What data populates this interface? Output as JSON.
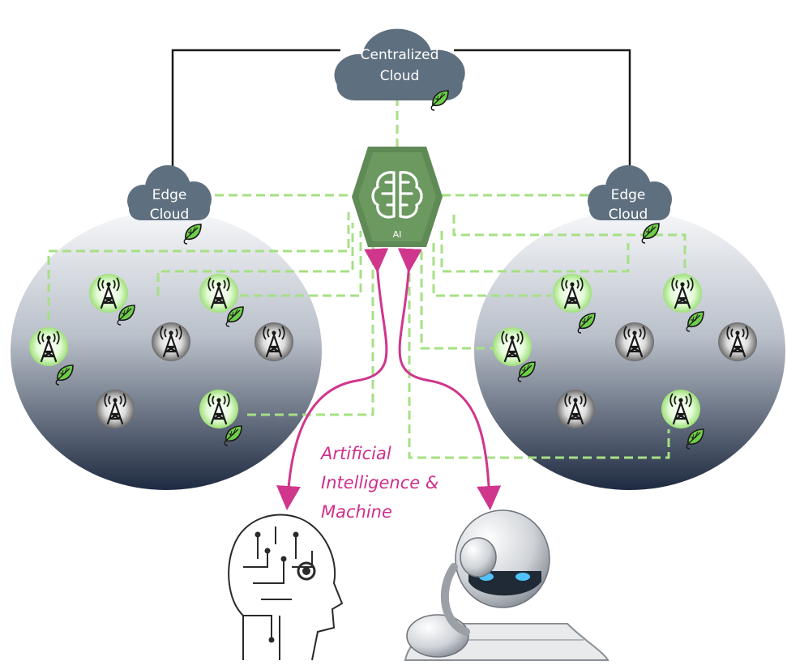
{
  "centralized_cloud": {
    "line1": "Centralized",
    "line2": "Cloud"
  },
  "edge_cloud_left": {
    "line1": "Edge",
    "line2": "Cloud"
  },
  "edge_cloud_right": {
    "line1": "Edge",
    "line2": "Cloud"
  },
  "ai_hub": {
    "label": "AI"
  },
  "caption": {
    "line1": "Artificial",
    "line2": "Intelligence &",
    "line3": "Machine"
  },
  "colors": {
    "cloud": "#5e6f7f",
    "hub": "#5f8a55",
    "dash": "#a6e085",
    "arrow": "#d0368c",
    "tower_green": "#d8f7c8",
    "tower_gray": "#9a9a9a",
    "leaf": "#6fcf4a"
  },
  "icons": {
    "tower": "radio-tower-icon",
    "leaf": "green-leaf-icon",
    "brain": "brain-circuit-icon",
    "head": "circuit-head-illustration",
    "robot": "robot-reading-illustration"
  }
}
